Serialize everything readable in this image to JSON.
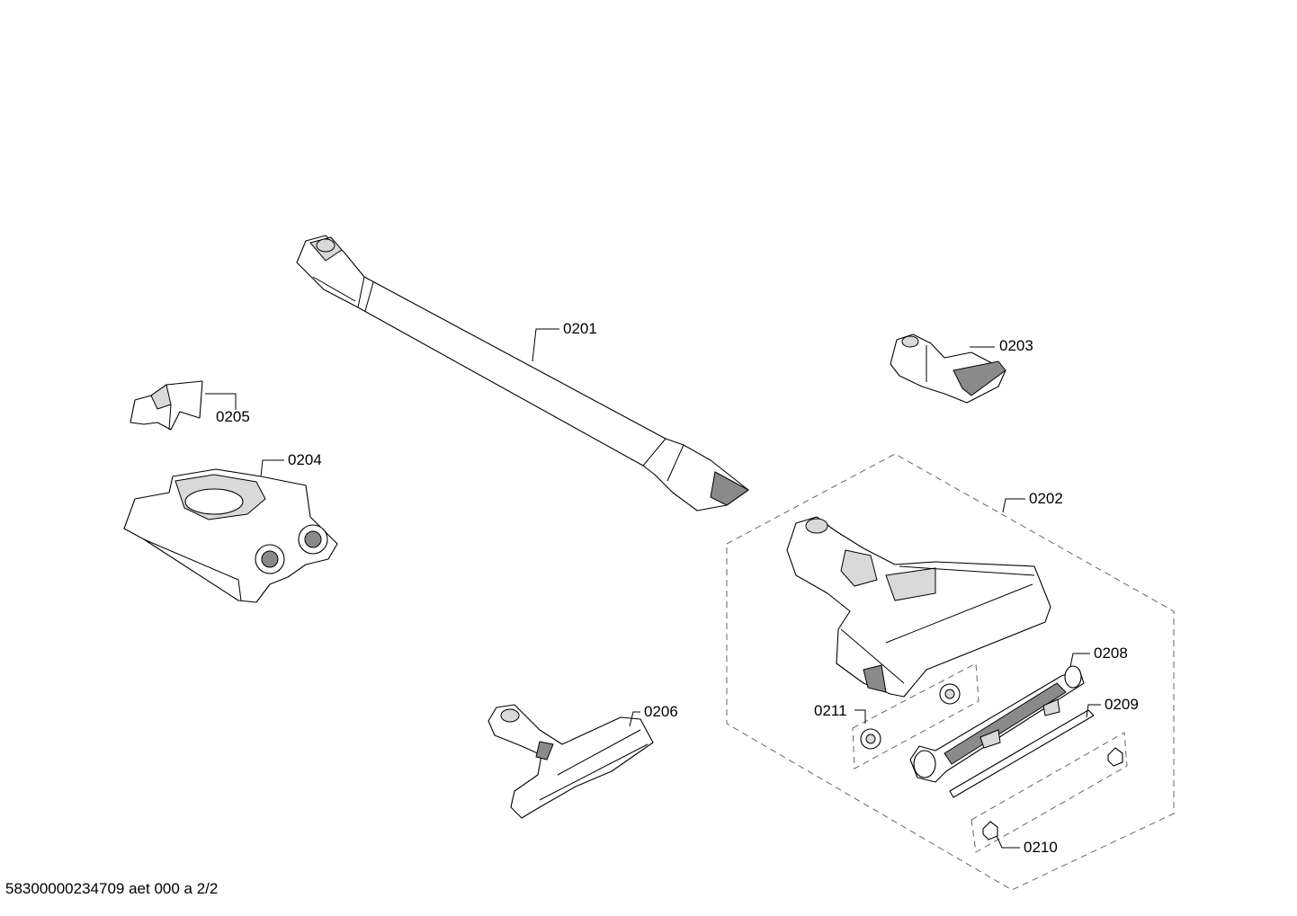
{
  "labels": {
    "p0201": "0201",
    "p0202": "0202",
    "p0203": "0203",
    "p0204": "0204",
    "p0205": "0205",
    "p0206": "0206",
    "p0208": "0208",
    "p0209": "0209",
    "p0210": "0210",
    "p0211": "0211"
  },
  "footer": "58300000234709 aet 000 a 2/2"
}
